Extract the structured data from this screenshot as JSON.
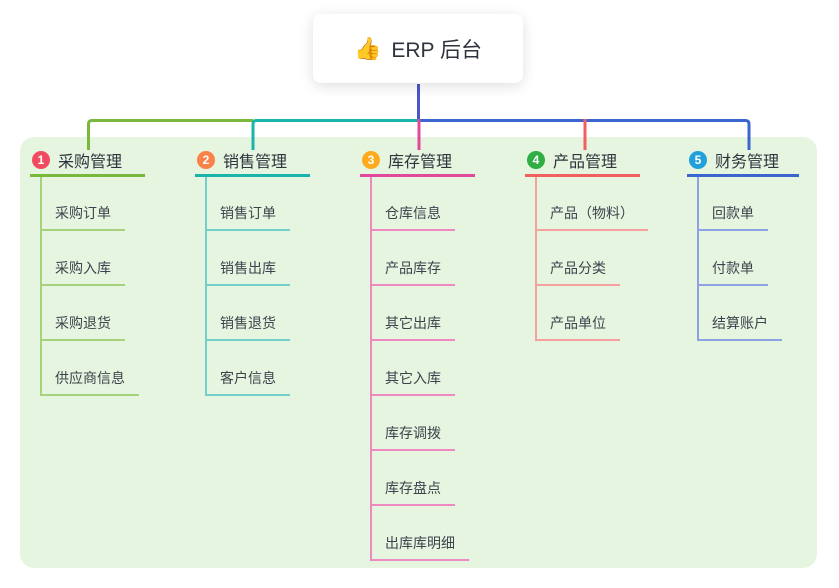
{
  "root": {
    "icon": "thumbs-up",
    "icon_glyph": "👍",
    "title": "ERP 后台"
  },
  "colors": {
    "canvas_bg": "#ffffff",
    "panel_bg": "#e6f5df",
    "card_bg": "#ffffff",
    "stem": "#4a57c9",
    "text_dark": "#2e333d",
    "text_child": "#3d434e"
  },
  "branches": [
    {
      "badge": "1",
      "badge_color": "#f14b60",
      "label": "采购管理",
      "line_color": "#7ab83c",
      "line_light": "#a6d27c",
      "children": [
        "采购订单",
        "采购入库",
        "采购退货",
        "供应商信息"
      ]
    },
    {
      "badge": "2",
      "badge_color": "#fa8148",
      "label": "销售管理",
      "line_color": "#19b4ac",
      "line_light": "#73d0c9",
      "children": [
        "销售订单",
        "销售出库",
        "销售退货",
        "客户信息"
      ]
    },
    {
      "badge": "3",
      "badge_color": "#fcab1d",
      "label": "库存管理",
      "line_color": "#e2499d",
      "line_light": "#ef8ac0",
      "children": [
        "仓库信息",
        "产品库存",
        "其它出库",
        "其它入库",
        "库存调拨",
        "库存盘点",
        "出库库明细"
      ]
    },
    {
      "badge": "4",
      "badge_color": "#2fae43",
      "label": "产品管理",
      "line_color": "#f25f5f",
      "line_light": "#f7a0a0",
      "children": [
        "产品（物料）",
        "产品分类",
        "产品单位"
      ]
    },
    {
      "badge": "5",
      "badge_color": "#22a0d9",
      "label": "财务管理",
      "line_color": "#3b66d0",
      "line_light": "#8da2e3",
      "children": [
        "回款单",
        "付款单",
        "结算账户"
      ]
    }
  ]
}
